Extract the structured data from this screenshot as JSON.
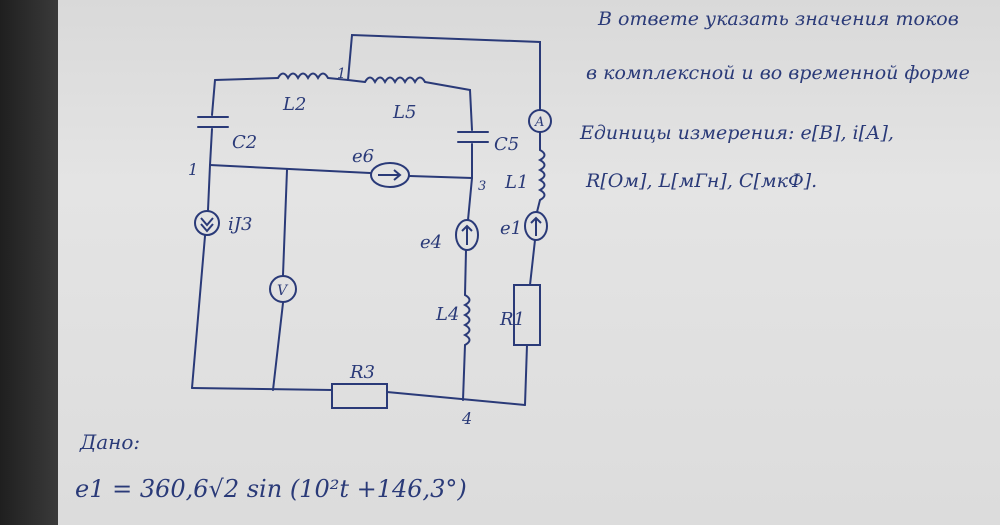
{
  "notes": {
    "line1": "В ответе указать значения токов",
    "line2": "в комплексной и во временной форме",
    "line3": "Единицы измерения: е[В], i[А],",
    "line4": "R[Ом], L[мГн], C[мкФ]."
  },
  "circuit": {
    "labels": {
      "L2": "L2",
      "L5": "L5",
      "C2": "C2",
      "C5": "C5",
      "L1": "L1",
      "e6": "e6",
      "e4": "e4",
      "e1": "e1",
      "iJ3": "iJ3",
      "L4": "L4",
      "R1": "R1",
      "R3": "R3",
      "A": "A",
      "V": "V",
      "node1": "1",
      "node1_top": "1",
      "node3": "3",
      "node4": "4"
    }
  },
  "given": {
    "heading": "Дано:",
    "formula": "e1 = 360,6√2 sin (10²t +146,3°)"
  },
  "colors": {
    "ink": "#2a3a78",
    "paper": "#e0e0e0",
    "desk": "#2b2b2b"
  }
}
